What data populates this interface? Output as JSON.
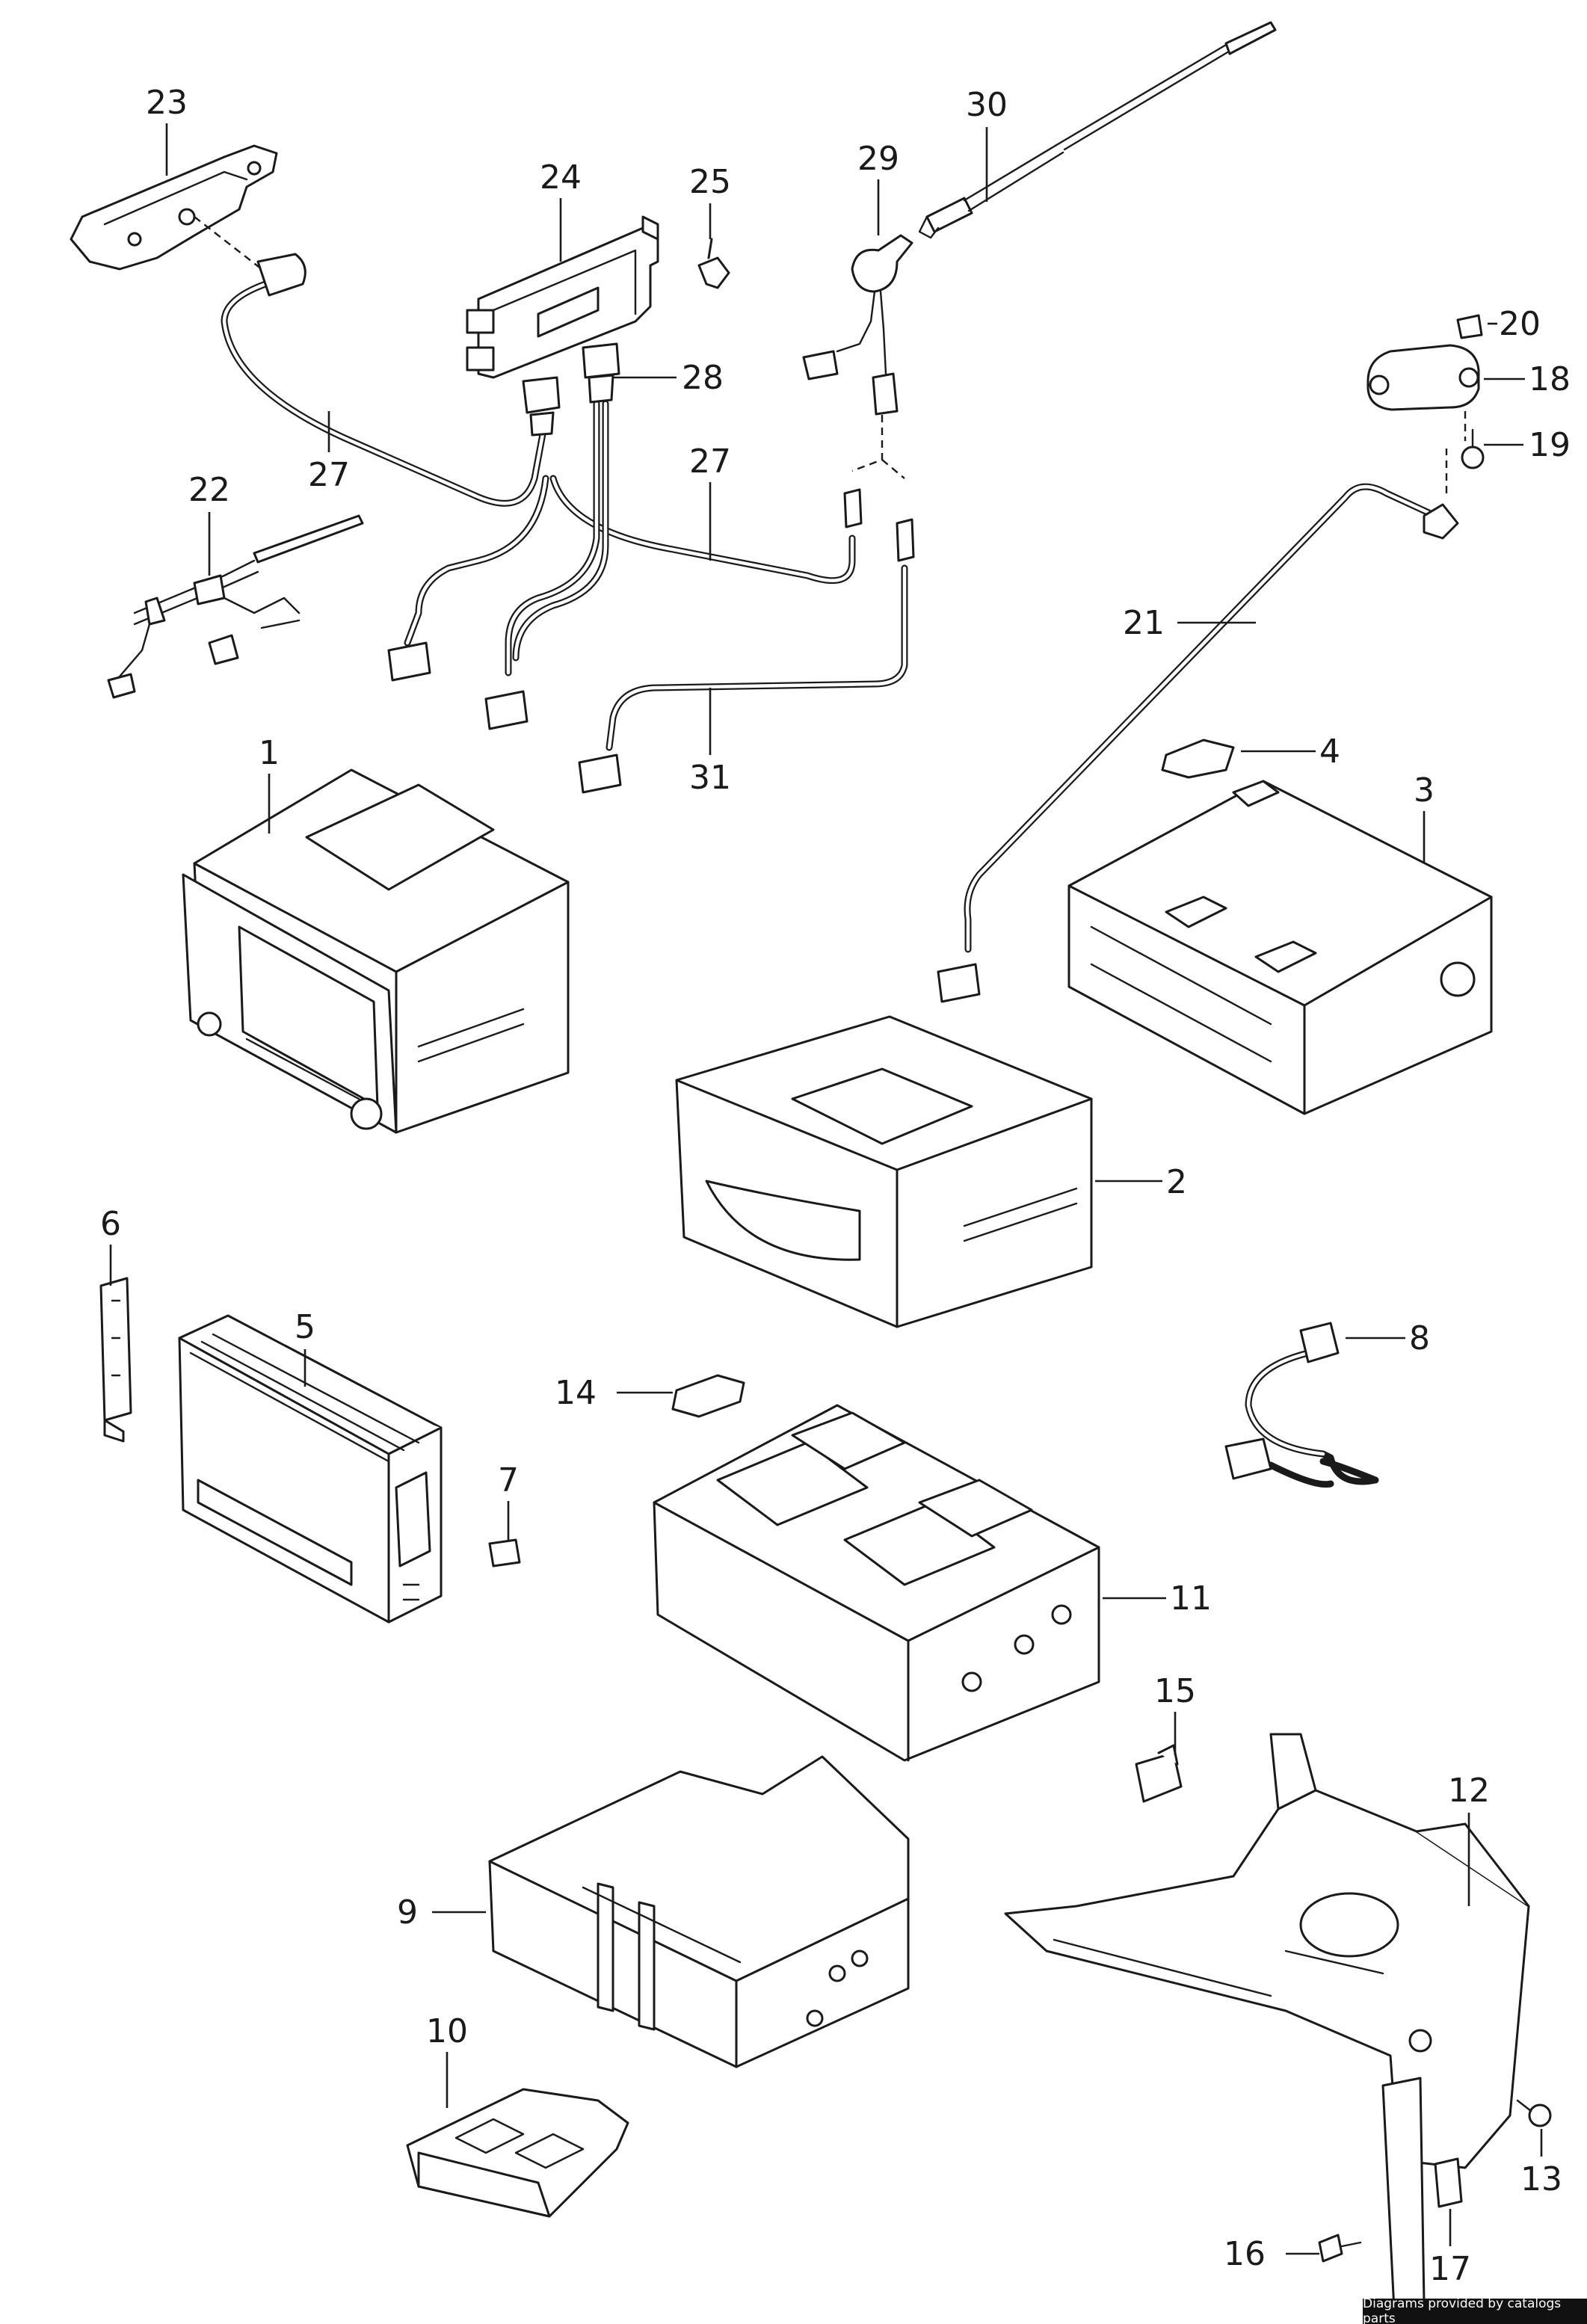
{
  "callouts": {
    "c1": "1",
    "c2": "2",
    "c3": "3",
    "c4": "4",
    "c5": "5",
    "c6": "6",
    "c7": "7",
    "c8": "8",
    "c9": "9",
    "c10": "10",
    "c11": "11",
    "c12": "12",
    "c13": "13",
    "c14": "14",
    "c15": "15",
    "c16": "16",
    "c17": "17",
    "c18": "18",
    "c19": "19",
    "c20": "20",
    "c21": "21",
    "c22": "22",
    "c23": "23",
    "c24": "24",
    "c25": "25",
    "c27a": "27",
    "c27b": "27",
    "c28": "28",
    "c29": "29",
    "c30": "30",
    "c31": "31"
  },
  "footer": {
    "text": "Diagrams provided by catalogs parts"
  },
  "colors": {
    "line": "#1a1a1a",
    "background": "#ffffff",
    "footer_bg": "#111111"
  }
}
